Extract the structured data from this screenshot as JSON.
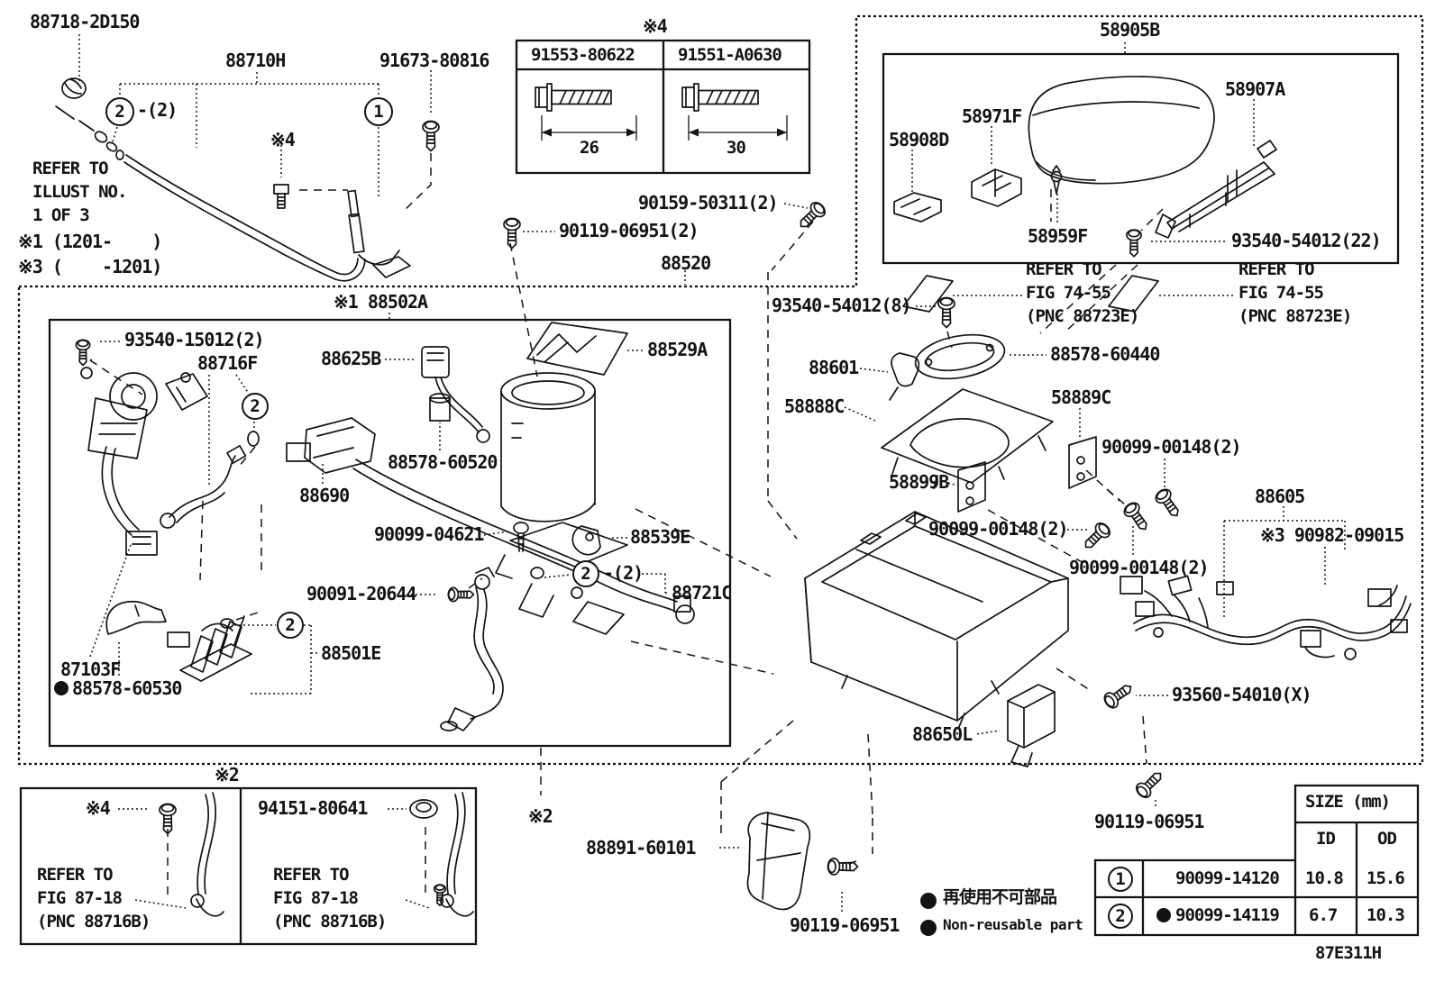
{
  "diagram": {
    "type": "vehicle-console-parts-diagram",
    "code": "87E311H"
  },
  "labels": {
    "p88718_2d150": "88718-2D150",
    "refer_illust": "REFER TO\nILLUST NO.\n1 OF 3",
    "note_1": "※1 (1201-    )",
    "note_3": "※3 (    -1201)",
    "p88710h": "88710H",
    "callout_2": "2",
    "callout_1": "1",
    "qty_minus2": "-(2)",
    "note_4": "※4",
    "p91673_80816": "91673-80816",
    "p90119_06951_2": "90119-06951(2)",
    "p90159_50311_2": "90159-50311(2)",
    "p88520": "88520",
    "p58905b": "58905B",
    "p58908d": "58908D",
    "p58971f": "58971F",
    "p58907a": "58907A",
    "p58959f": "58959F",
    "p93540_54012_22": "93540-54012(22)",
    "refer_fig7455": "REFER TO\nFIG 74-55\n(PNC 88723E)",
    "p93540_54012_8": "93540-54012(8)",
    "p88578_60440": "88578-60440",
    "p88601": "88601",
    "p58888c": "58888C",
    "p58889c": "58889C",
    "p90099_00148_2": "90099-00148(2)",
    "p58899b": "58899B",
    "p88605": "88605",
    "p90982_09015": "※3 90982-09015",
    "p93560_54010_x": "93560-54010(X)",
    "p88650l": "88650L",
    "title_88502a": "※1 88502A",
    "p93540_15012_2": "93540-15012(2)",
    "p88716f": "88716F",
    "p88625b": "88625B",
    "p88529a": "88529A",
    "p88578_60520": "88578-60520",
    "p88690": "88690",
    "p87103f": "87103F",
    "p90099_04621": "90099-04621",
    "p88539e": "88539E",
    "p88721c": "88721C",
    "p88501e": "88501E",
    "p88578_60530": "88578-60530",
    "p90091_20644": "90091-20644",
    "note_2": "※2",
    "refer_fig8718": "REFER TO\nFIG 87-18\n(PNC 88716B)",
    "p94151_80641": "94151-80641",
    "p88891_60101": "88891-60101",
    "p90119_06951": "90119-06951",
    "diagram_code": "87E311H"
  },
  "legend": {
    "marker": "●",
    "jp": "再使用不可部品",
    "en": "Non-reusable part"
  },
  "bolt_table": {
    "note": "※4",
    "columns": [
      {
        "part_no": "91553-80622",
        "length_mm": "26"
      },
      {
        "part_no": "91551-A0630",
        "length_mm": "30"
      }
    ]
  },
  "size_table": {
    "title": "SIZE (mm)",
    "col_id": "ID",
    "col_od": "OD",
    "rows": [
      {
        "callout": "1",
        "part_no": "90099-14120",
        "id_mm": "10.8",
        "od_mm": "15.6",
        "non_reusable": false
      },
      {
        "callout": "2",
        "part_no": "90099-14119",
        "id_mm": "6.7",
        "od_mm": "10.3",
        "non_reusable": true
      }
    ]
  }
}
